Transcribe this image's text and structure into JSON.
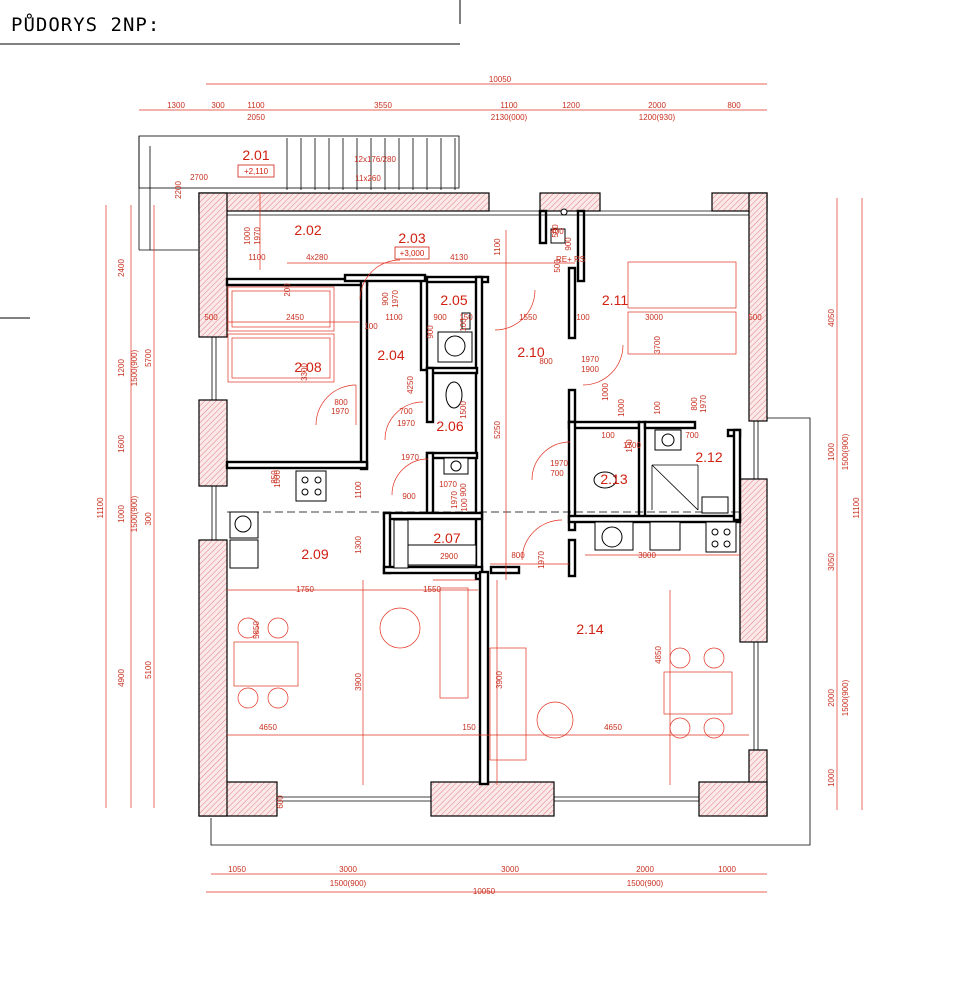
{
  "title": "PŮDORYS 2NP:",
  "colors": {
    "dimension": "#c83020",
    "room_label": "#d02010",
    "wall": "#000000",
    "hatch": "#e0a0a0"
  },
  "rooms": [
    {
      "id": "2.01",
      "level": "+2,110"
    },
    {
      "id": "2.02"
    },
    {
      "id": "2.03",
      "level": "+3,000"
    },
    {
      "id": "2.04"
    },
    {
      "id": "2.05"
    },
    {
      "id": "2.06"
    },
    {
      "id": "2.07"
    },
    {
      "id": "2.08"
    },
    {
      "id": "2.09"
    },
    {
      "id": "2.10"
    },
    {
      "id": "2.11"
    },
    {
      "id": "2.12"
    },
    {
      "id": "2.13"
    },
    {
      "id": "2.14"
    }
  ],
  "dims": {
    "top_total": "10050",
    "top_row": [
      "1300",
      "300",
      "1100",
      "3550",
      "1100",
      "1200",
      "2000",
      "800"
    ],
    "top_sub": [
      "2050",
      "2130(000)",
      "1200(930)"
    ],
    "stair": [
      "12x176/280",
      "11x260"
    ],
    "bottom_row": [
      "1050",
      "3000",
      "3000",
      "2000",
      "1000"
    ],
    "bottom_sub": [
      "1500(900)",
      "1500(900)"
    ],
    "bottom_total": "10050",
    "left_outer": [
      "2400",
      "1200",
      "1600",
      "1000",
      "4900"
    ],
    "left_mid": [
      "1500(900)",
      "1500(900)"
    ],
    "left_sub": [
      "5700",
      "300",
      "5100"
    ],
    "left_total": "11100",
    "right_outer": [
      "4050",
      "1000",
      "3050",
      "2000",
      "1000"
    ],
    "right_sub": [
      "1500(900)",
      "1500(900)"
    ],
    "right_total": "11100",
    "inner": [
      "2700",
      "2200",
      "1000",
      "1970",
      "1100",
      "4x280",
      "4130",
      "1100",
      "400",
      "500",
      "500",
      "900",
      "200",
      "500",
      "2450",
      "100",
      "900",
      "1970",
      "1100",
      "900",
      "150",
      "1550",
      "100",
      "3000",
      "500",
      "3700",
      "3300",
      "4250",
      "800",
      "1970",
      "800",
      "1970",
      "1000",
      "700",
      "1970",
      "1500",
      "5250",
      "1000",
      "100",
      "800",
      "1970",
      "1900",
      "100",
      "1700",
      "700",
      "1970",
      "700",
      "1970",
      "900",
      "1070",
      "900",
      "1970",
      "100",
      "850",
      "1100",
      "1300",
      "2900",
      "1750",
      "1550",
      "800",
      "1970",
      "3000",
      "5850",
      "3900",
      "4650",
      "150",
      "4650",
      "3900",
      "4850",
      "600",
      "1000",
      "100",
      "100",
      "900"
    ],
    "re_rs": "RE+ RS"
  }
}
